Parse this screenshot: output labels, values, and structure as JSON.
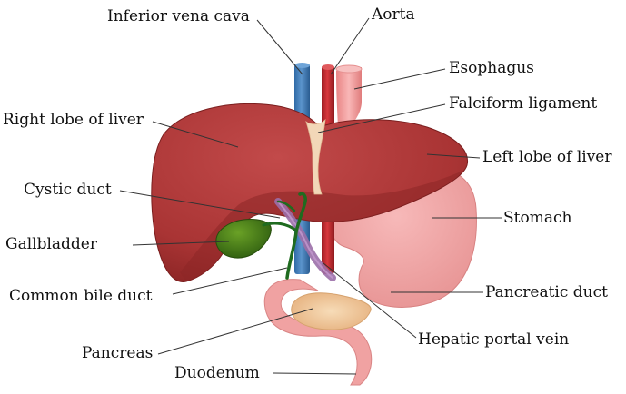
{
  "labels": {
    "inferior_vena_cava": "Inferior vena cava",
    "aorta": "Aorta",
    "esophagus": "Esophagus",
    "falciform_ligament": "Falciform ligament",
    "right_lobe": "Right lobe of liver",
    "left_lobe": "Left lobe of liver",
    "cystic_duct": "Cystic duct",
    "stomach": "Stomach",
    "gallbladder": "Gallbladder",
    "pancreatic_duct": "Pancreatic duct",
    "common_bile_duct": "Common bile duct",
    "hepatic_portal_vein": "Hepatic portal vein",
    "pancreas": "Pancreas",
    "duodenum": "Duodenum"
  },
  "colors": {
    "liver": "#b23b3b",
    "liver_shadow": "#8c2626",
    "stomach": "#f2a3a3",
    "stomach_shadow": "#e38a8a",
    "vena_cava": "#3c78b4",
    "aorta": "#c0282d",
    "esophagus": "#f49a9a",
    "falciform_ligament": "#f2d7b8",
    "gallbladder": "#3f7a1a",
    "bile_duct": "#1f6b1f",
    "pancreas": "#f2c89a",
    "portal_vein": "#9b6fa8",
    "leader_line": "#333333"
  }
}
